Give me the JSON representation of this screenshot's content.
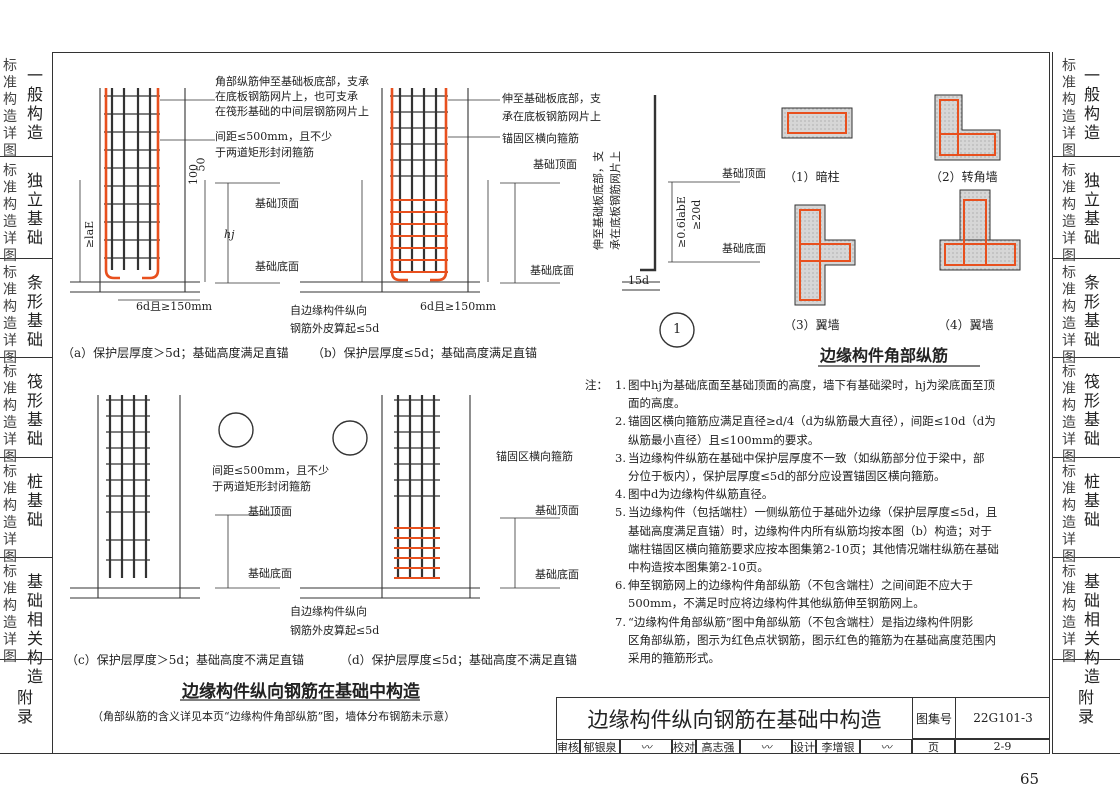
{
  "left_tabs": [
    {
      "small": "标准构造详图",
      "big": "一般构造"
    },
    {
      "small": "标准构造详图",
      "big": "独立基础"
    },
    {
      "small": "标准构造详图",
      "big": "条形基础"
    },
    {
      "small": "标准构造详图",
      "big": "筏形基础"
    },
    {
      "small": "标准构造详图",
      "big": "桩基础"
    },
    {
      "small": "标准构造详图",
      "big": "基础相关构造"
    },
    {
      "small": "",
      "big": "附录"
    }
  ],
  "right_tabs": [
    {
      "small": "标准构造详图",
      "big": "一般构造"
    },
    {
      "small": "标准构造详图",
      "big": "独立基础"
    },
    {
      "small": "标准构造详图",
      "big": "条形基础"
    },
    {
      "small": "标准构造详图",
      "big": "筏形基础"
    },
    {
      "small": "标准构造详图",
      "big": "桩基础"
    },
    {
      "small": "标准构造详图",
      "big": "基础相关构造"
    },
    {
      "small": "",
      "big": "附录"
    }
  ],
  "diagram_a": {
    "note1": "角部纵筋伸至基础板底部，支承",
    "note2": "在底板钢筋网片上，也可支承",
    "note3": "在筏形基础的中间层钢筋网片上",
    "note4": "间距≤500mm，且不少",
    "note5": "于两道矩形封闭箍筋",
    "top": "基础顶面",
    "bottom": "基础底面",
    "dim1": "100",
    "dim2": "50",
    "lae": "≥laE",
    "hj": "hj",
    "hook": "6d且≥150mm",
    "caption": "（a）保护层厚度＞5d；基础高度满足直锚"
  },
  "diagram_b": {
    "note1": "伸至基础板底部，支",
    "note2": "承在底板钢筋网片上",
    "note3": "锚固区横向箍筋",
    "top": "基础顶面",
    "bottom": "基础底面",
    "side1": "自边缘构件纵向",
    "side2": "钢筋外皮算起≤5d",
    "hook": "6d且≥150mm",
    "caption": "（b）保护层厚度≤5d；基础高度满足直锚"
  },
  "diagram_c": {
    "note1": "间距≤500mm，且不少",
    "note2": "于两道矩形封闭箍筋",
    "top": "基础顶面",
    "bottom": "基础底面",
    "caption": "（c）保护层厚度＞5d；基础高度不满足直锚"
  },
  "diagram_d": {
    "note1": "锚固区横向箍筋",
    "top": "基础顶面",
    "bottom": "基础底面",
    "side1": "自边缘构件纵向",
    "side2": "钢筋外皮算起≤5d",
    "caption": "（d）保护层厚度≤5d；基础高度不满足直锚"
  },
  "detail_1": {
    "vertical1": "伸至基础板底部，支",
    "vertical2": "承在底板钢筋网片上",
    "top": "基础顶面",
    "bottom": "基础底面",
    "dim": "≥0.6labE",
    "dim2": "≥20d",
    "hook": "15d",
    "marker": "1"
  },
  "corner_types": [
    {
      "label": "（1）暗柱"
    },
    {
      "label": "（2）转角墙"
    },
    {
      "label": "（3）翼墙"
    },
    {
      "label": "（4）翼墙"
    }
  ],
  "corner_title": "边缘构件角部纵筋",
  "main_section_title": "边缘构件纵向钢筋在基础中构造",
  "main_section_note": "（角部纵筋的含义详见本页“边缘构件角部纵筋”图，墙体分布钢筋未示意）",
  "notes_label": "注：",
  "notes": [
    {
      "num": "1.",
      "text": "图中hj为基础底面至基础顶面的高度，墙下有基础梁时，hj为梁底面至顶",
      "cont": "面的高度。"
    },
    {
      "num": "2.",
      "text": "锚固区横向箍筋应满足直径≥d/4（d为纵筋最大直径），间距≤10d（d为",
      "cont": "纵筋最小直径）且≤100mm的要求。"
    },
    {
      "num": "3.",
      "text": "当边缘构件纵筋在基础中保护层厚度不一致（如纵筋部分位于梁中，部",
      "cont": "分位于板内），保护层厚度≤5d的部分应设置锚固区横向箍筋。"
    },
    {
      "num": "4.",
      "text": "图中d为边缘构件纵筋直径。",
      "cont": ""
    },
    {
      "num": "5.",
      "text": "当边缘构件（包括端柱）一侧纵筋位于基础外边缘（保护层厚度≤5d，且",
      "cont": "基础高度满足直锚）时，边缘构件内所有纵筋均按本图（b）构造；对于",
      "cont2": "端柱锚固区横向箍筋要求应按本图集第2-10页；其他情况端柱纵筋在基础",
      "cont3": "中构造按本图集第2-10页。"
    },
    {
      "num": "6.",
      "text": "伸至钢筋网上的边缘构件角部纵筋（不包含端柱）之间间距不应大于",
      "cont": "500mm，不满足时应将边缘构件其他纵筋伸至钢筋网上。"
    },
    {
      "num": "7.",
      "text": "“边缘构件角部纵筋”图中角部纵筋（不包含端柱）是指边缘构件阴影",
      "cont": "区角部纵筋，图示为红色点状钢筋，图示红色的箍筋为在基础高度范围内",
      "cont2": "采用的箍筋形式。"
    }
  ],
  "title_block": {
    "title": "边缘构件纵向钢筋在基础中构造",
    "atlas_label": "图集号",
    "atlas_no": "22G101-3",
    "review_label": "审核",
    "reviewer": "郁银泉",
    "check_label": "校对",
    "checker": "高志强",
    "design_label": "设计",
    "designer": "李增银",
    "page_label": "页",
    "page_no": "2-9"
  },
  "page_number": "65",
  "colors": {
    "rebar_red": "#e8501e",
    "line": "#333333",
    "hatch": "#cfcfcf"
  }
}
